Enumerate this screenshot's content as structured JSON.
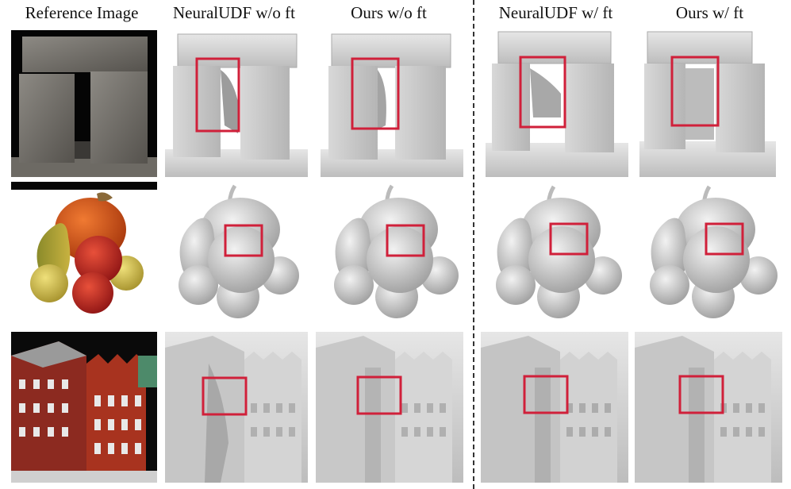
{
  "headers": [
    "Reference Image",
    "NeuralUDF w/o ft",
    "Ours w/o ft",
    "NeuralUDF w/ ft",
    "Ours w/ ft"
  ],
  "highlight_color": "#d0203a"
}
